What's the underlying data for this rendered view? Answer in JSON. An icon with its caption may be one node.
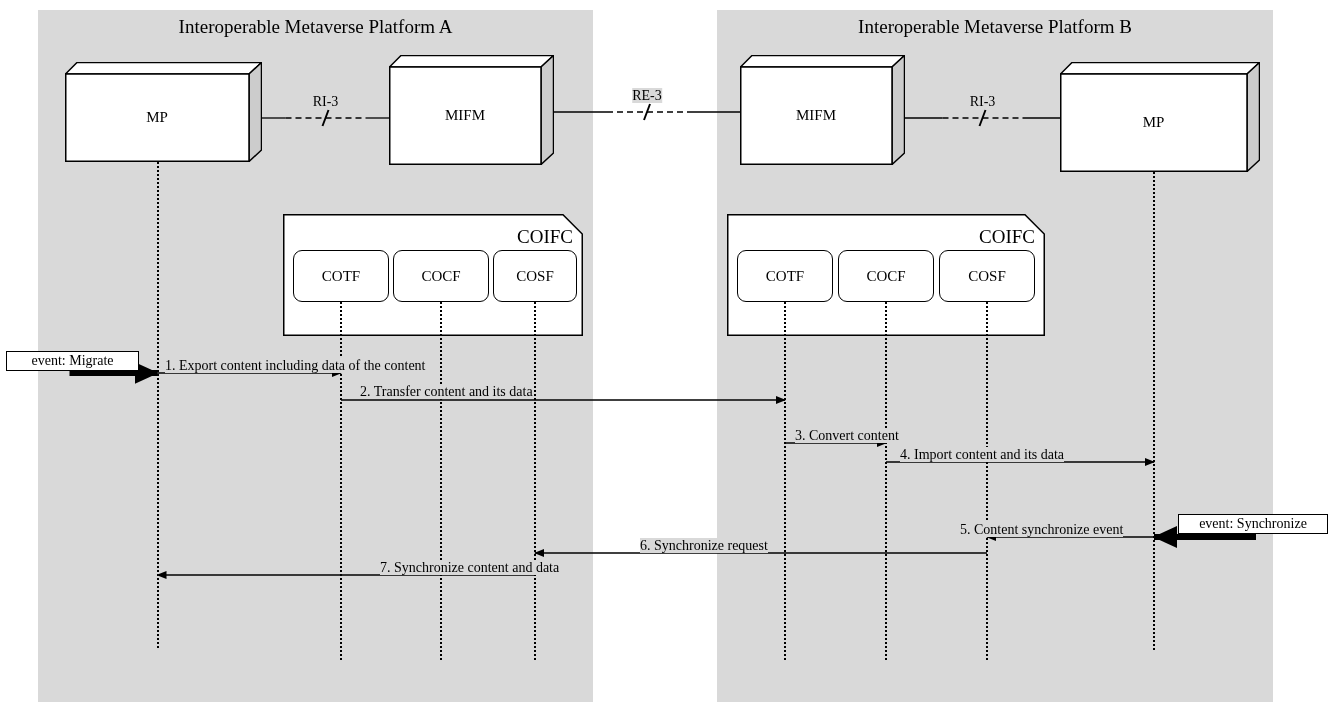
{
  "diagram": {
    "nodes": [
      {
        "text": [
          "Interoperable Metaverse Platform A"
        ]
      },
      {
        "text": [
          "MP"
        ],
        "in": 0
      },
      {
        "text": [
          "MIFM"
        ],
        "in": 0
      },
      {
        "text": [
          "COIFC"
        ],
        "in": 0
      },
      {
        "text": [
          "COTF"
        ],
        "in": 3
      },
      {
        "text": [
          "COCF"
        ],
        "in": 3
      },
      {
        "text": [
          "COSF"
        ],
        "in": 3
      },
      {
        "text": [
          "Interoperable Metaverse Platform B"
        ]
      },
      {
        "text": [
          "MIFM"
        ],
        "in": 7
      },
      {
        "text": [
          "MP"
        ],
        "in": 7
      },
      {
        "text": [
          "COIFC"
        ],
        "in": 7
      },
      {
        "text": [
          "COTF"
        ],
        "in": 10
      },
      {
        "text": [
          "COCF"
        ],
        "in": 10
      },
      {
        "text": [
          "COSF"
        ],
        "in": 10
      },
      {
        "text": [
          "event: Migrate"
        ]
      },
      {
        "text": [
          "event: Synchronize"
        ]
      },
      {
        "text": [],
        "shape": "line",
        "in": 0
      },
      {
        "text": [],
        "shape": "line",
        "in": 0
      },
      {
        "text": [],
        "shape": "line",
        "in": 0
      },
      {
        "text": [],
        "shape": "line",
        "in": 0
      },
      {
        "text": [],
        "shape": "line",
        "in": 7
      },
      {
        "text": [],
        "shape": "line",
        "in": 7
      },
      {
        "text": [],
        "shape": "line",
        "in": 7
      },
      {
        "text": [],
        "shape": "line",
        "in": 7
      }
    ],
    "edges": [
      {
        "from": 1,
        "to": 2,
        "arrow": "none",
        "label": "RI-3",
        "style": "dashed"
      },
      {
        "from": 2,
        "to": 8,
        "arrow": "none",
        "label": "RE-3",
        "style": "dashed"
      },
      {
        "from": 8,
        "to": 9,
        "arrow": "none",
        "label": "RI-3",
        "style": "dashed"
      },
      {
        "from": 14,
        "to": 16,
        "arrow": "to",
        "style": "thick"
      },
      {
        "from": 16,
        "to": 17,
        "arrow": "to",
        "label": "1. Export content including data of the content"
      },
      {
        "from": 17,
        "to": 20,
        "arrow": "to",
        "label": "2. Transfer content and its data"
      },
      {
        "from": 20,
        "to": 21,
        "arrow": "to",
        "label": "3. Convert content"
      },
      {
        "from": 21,
        "to": 23,
        "arrow": "to",
        "label": "4. Import content and its data"
      },
      {
        "from": 15,
        "to": 23,
        "arrow": "to",
        "style": "thick"
      },
      {
        "from": 23,
        "to": 22,
        "arrow": "to",
        "label": "5. Content synchronize event"
      },
      {
        "from": 22,
        "to": 19,
        "arrow": "to",
        "label": "6. Synchronize request"
      },
      {
        "from": 19,
        "to": 16,
        "arrow": "to",
        "label": "7. Synchronize content and data"
      }
    ]
  }
}
